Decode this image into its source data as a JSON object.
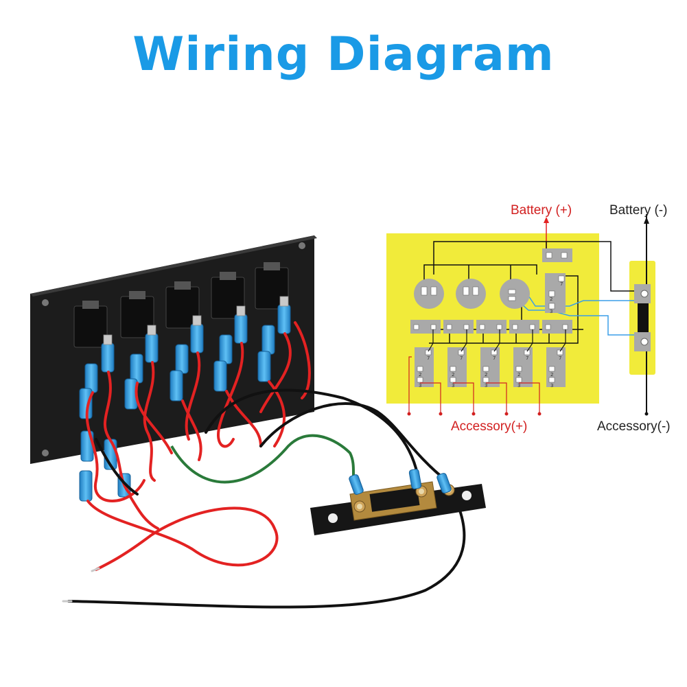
{
  "title": "Wiring Diagram",
  "schematic": {
    "labels": {
      "battery_pos": "Battery (+)",
      "battery_neg": "Battery (-)",
      "accessory_pos": "Accessory(+)",
      "accessory_neg": "Accessory(-)"
    },
    "pin_labels": {
      "top": "7",
      "middle": "2",
      "bottom": "3"
    },
    "switch_count": 5,
    "gauge_count": 3
  },
  "colors": {
    "title": "#1a9ae6",
    "board": "#f1eb3a",
    "positive_label": "#d22020",
    "negative_label": "#222222",
    "red_wire": "#e32222",
    "blue_wire": "#2e8fe0",
    "black_wire": "#111111",
    "green_wire": "#2a7a3a",
    "panel": "#1c1c1c",
    "terminal_blue": "#2f9cde"
  }
}
